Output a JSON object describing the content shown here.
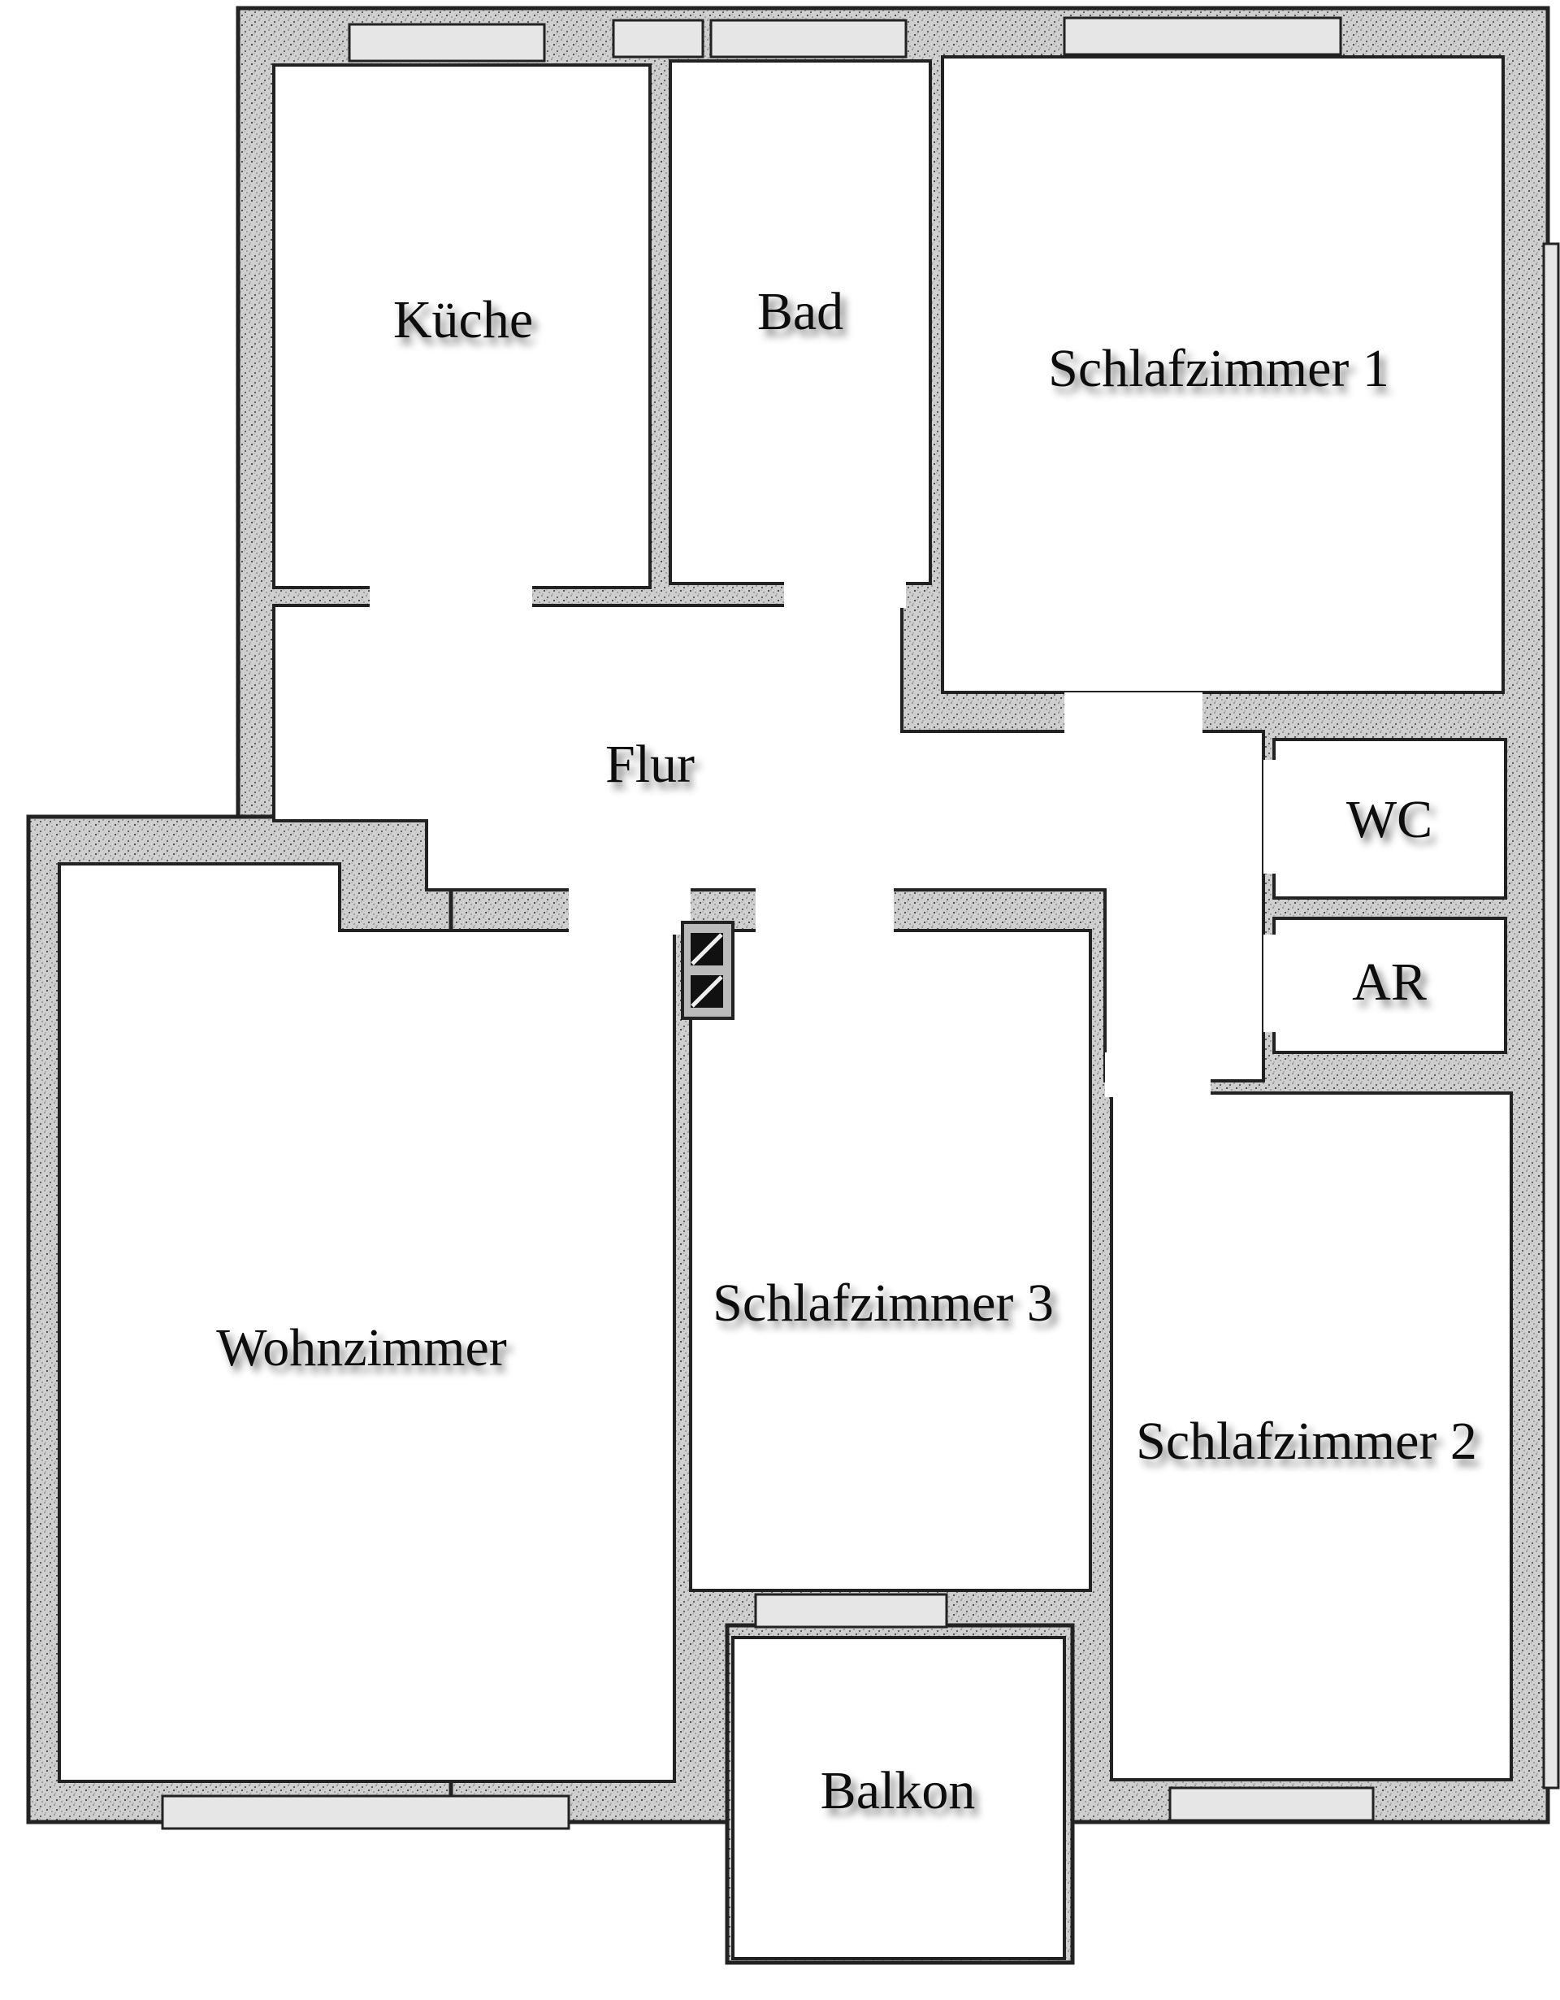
{
  "rooms": {
    "kueche": "Küche",
    "bad": "Bad",
    "schlafzimmer_1": "Schlafzimmer 1",
    "flur": "Flur",
    "wc": "WC",
    "ar": "AR",
    "wohnzimmer": "Wohnzimmer",
    "schlafzimmer_3": "Schlafzimmer 3",
    "schlafzimmer_2": "Schlafzimmer 2",
    "balkon": "Balkon"
  },
  "colors": {
    "wall_fill": "#c4c4c4",
    "wall_edge": "#222222",
    "floor": "#ffffff",
    "text": "#111111"
  }
}
